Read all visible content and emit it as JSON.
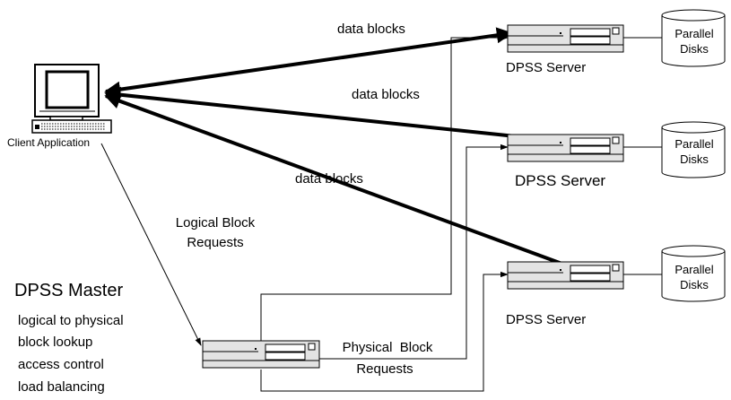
{
  "client": {
    "label": "Client Application"
  },
  "master": {
    "title": "DPSS Master",
    "functions": [
      "logical to physical",
      "block lookup",
      "access control",
      "load balancing"
    ]
  },
  "servers": [
    {
      "label": "DPSS Server",
      "disks_line1": "Parallel",
      "disks_line2": "Disks"
    },
    {
      "label": "DPSS Server",
      "disks_line1": "Parallel",
      "disks_line2": "Disks"
    },
    {
      "label": "DPSS Server",
      "disks_line1": "Parallel",
      "disks_line2": "Disks"
    }
  ],
  "flows": {
    "data_blocks": [
      "data blocks",
      "data blocks",
      "data blocks"
    ],
    "logical_requests_line1": "Logical Block",
    "logical_requests_line2": "Requests",
    "physical_requests_line1": "Physical  Block",
    "physical_requests_line2": "Requests"
  }
}
